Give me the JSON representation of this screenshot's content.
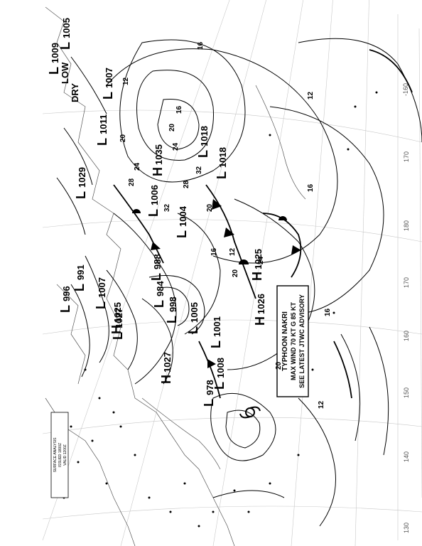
{
  "chart_title": {
    "lines": [
      "SURFACE ANALYSIS",
      "ISSUED 1800Z",
      "VALID 1200Z"
    ]
  },
  "advisory": {
    "line1": "TYPHOON NAKRI",
    "line2": "MAX WIND 70 KT G 85 KT",
    "line3": "SEE LATEST JTWC ADVISORY"
  },
  "flags": [
    "LOW",
    "DRY"
  ],
  "pressure_centers": [
    {
      "type": "H",
      "value": "1035"
    },
    {
      "type": "H",
      "value": "1025"
    },
    {
      "type": "H",
      "value": "1026"
    },
    {
      "type": "H",
      "value": "1025"
    },
    {
      "type": "H",
      "value": "1027"
    },
    {
      "type": "L",
      "value": "1018"
    },
    {
      "type": "L",
      "value": "1018"
    },
    {
      "type": "L",
      "value": "1006"
    },
    {
      "type": "L",
      "value": "1004"
    },
    {
      "type": "L",
      "value": "1001"
    },
    {
      "type": "L",
      "value": "1005"
    },
    {
      "type": "L",
      "value": "984"
    },
    {
      "type": "L",
      "value": "988"
    },
    {
      "type": "L",
      "value": "998"
    },
    {
      "type": "L",
      "value": "1007"
    },
    {
      "type": "L",
      "value": "1027"
    },
    {
      "type": "L",
      "value": "1008"
    },
    {
      "type": "L",
      "value": "978"
    },
    {
      "type": "L",
      "value": "991"
    },
    {
      "type": "L",
      "value": "996"
    },
    {
      "type": "L",
      "value": "1009"
    },
    {
      "type": "L",
      "value": "1029"
    },
    {
      "type": "L",
      "value": "1011"
    },
    {
      "type": "L",
      "value": "1007"
    },
    {
      "type": "L",
      "value": "1005"
    }
  ],
  "wind_iso_labels": [
    "12",
    "16",
    "20",
    "24",
    "28",
    "32",
    "16",
    "12",
    "20",
    "24",
    "28",
    "32",
    "20",
    "16",
    "12",
    "20",
    "24",
    "16",
    "20",
    "12",
    "16"
  ],
  "longitudes": [
    "-160",
    "170",
    "180",
    "170",
    "160",
    "150",
    "140",
    "130"
  ]
}
